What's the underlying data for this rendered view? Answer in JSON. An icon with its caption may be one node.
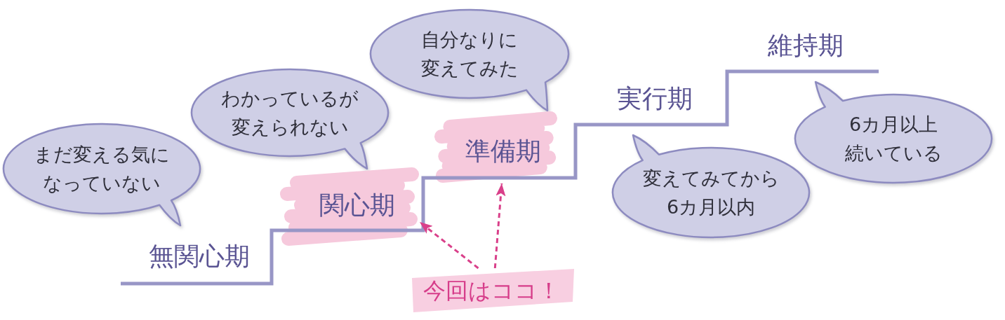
{
  "diagram": {
    "nodes": [
      {
        "text": [
          "まだ変える気になっていない"
        ]
      },
      {
        "text": [
          "わかっているが変えられない"
        ]
      },
      {
        "text": [
          "関心期"
        ]
      },
      {
        "text": [
          "自分なりに変えてみた"
        ]
      },
      {
        "text": [
          "準備期"
        ]
      },
      {
        "text": [
          "変えてみてから6カ月以内"
        ]
      },
      {
        "text": [
          "6カ月以上続いている"
        ]
      },
      {
        "text": [
          "今回はココ！"
        ]
      }
    ],
    "edges": [
      {
        "from": 7,
        "to": 2,
        "arrow": "to",
        "style": "dashed"
      },
      {
        "from": 7,
        "to": 4,
        "arrow": "to",
        "style": "dashed"
      }
    ],
    "labels": [
      "無関心期",
      "実行期",
      "維持期"
    ]
  }
}
